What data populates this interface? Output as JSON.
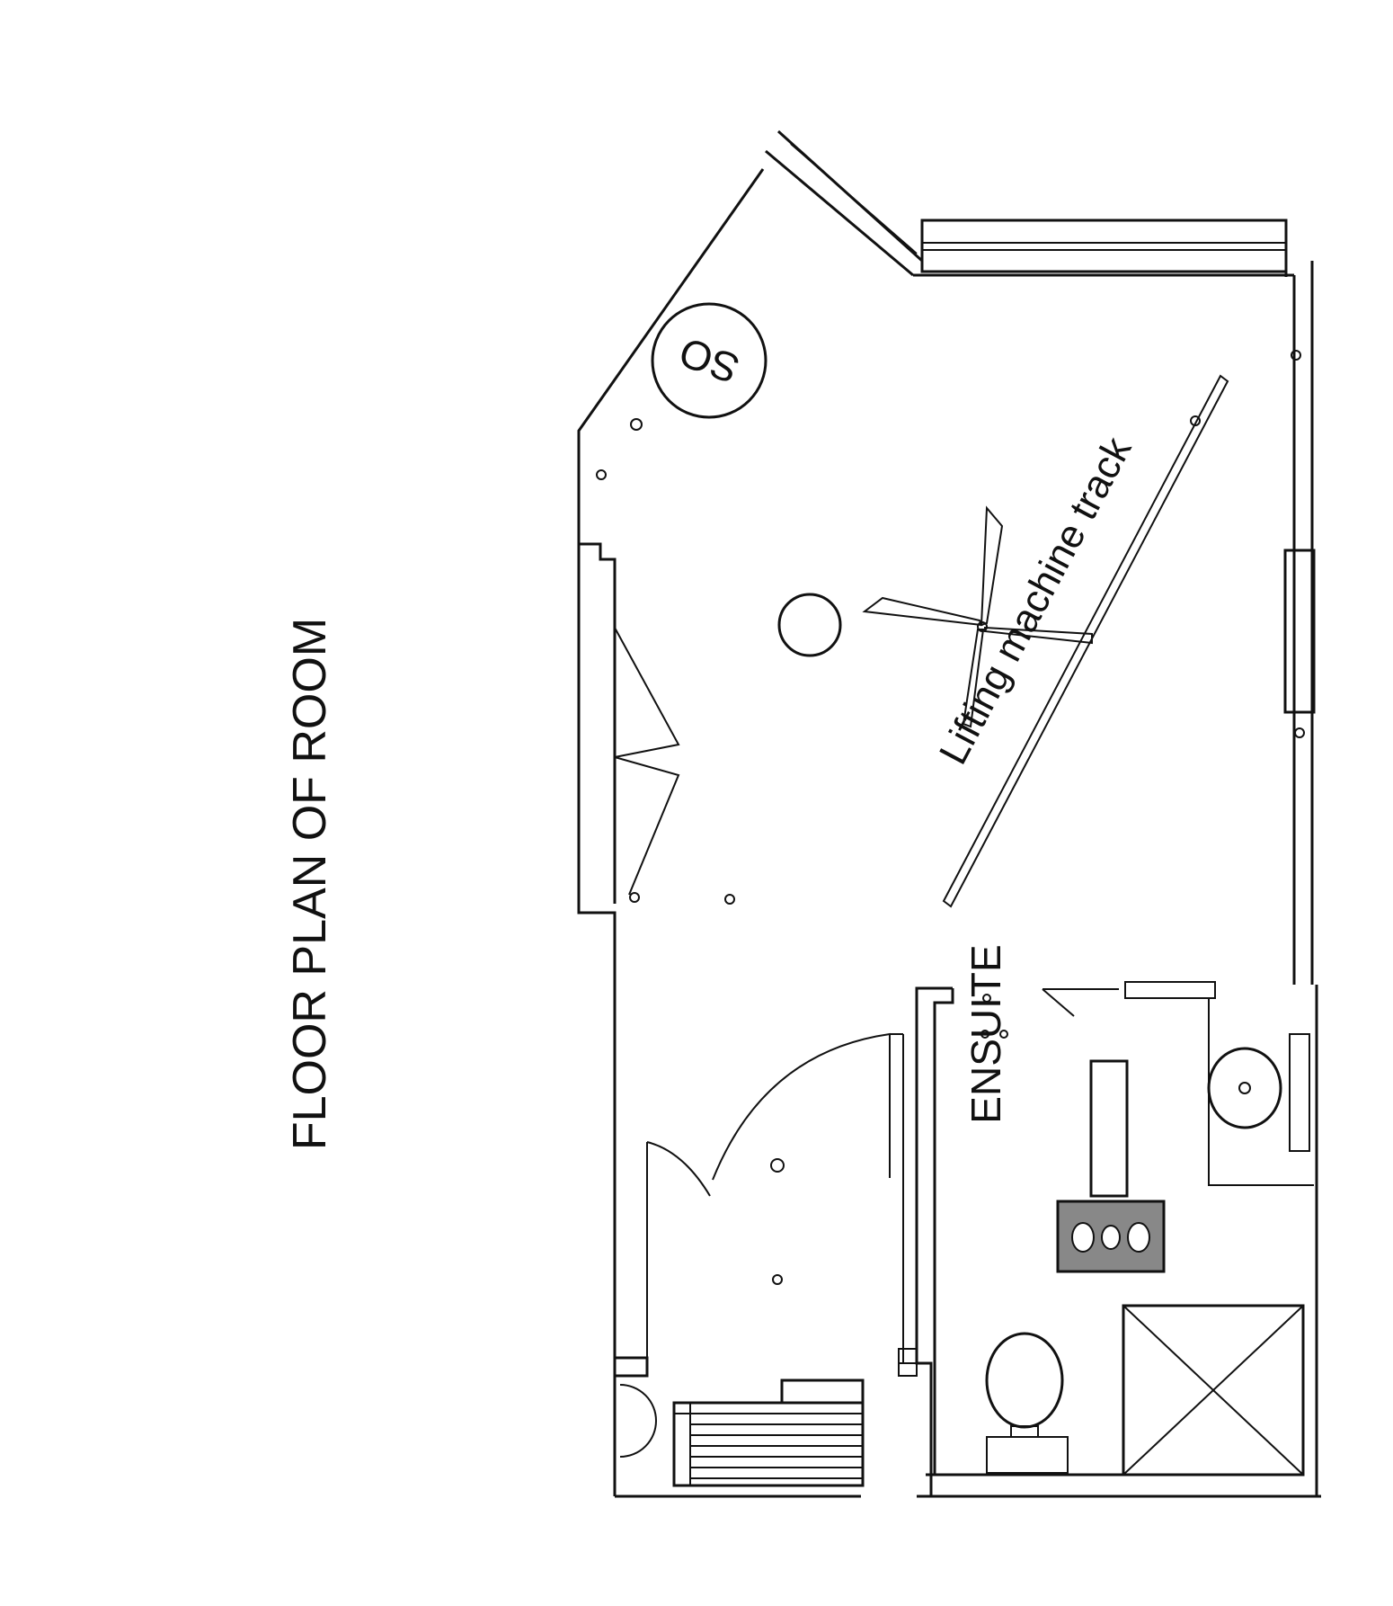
{
  "title": "FLOOR PLAN OF ROOM",
  "labels": {
    "so": "SO",
    "track": "Lifting machine track",
    "ensuite": "ENSUITE"
  },
  "colors": {
    "line": "#111111",
    "background": "#ffffff",
    "shade": "#777777"
  }
}
